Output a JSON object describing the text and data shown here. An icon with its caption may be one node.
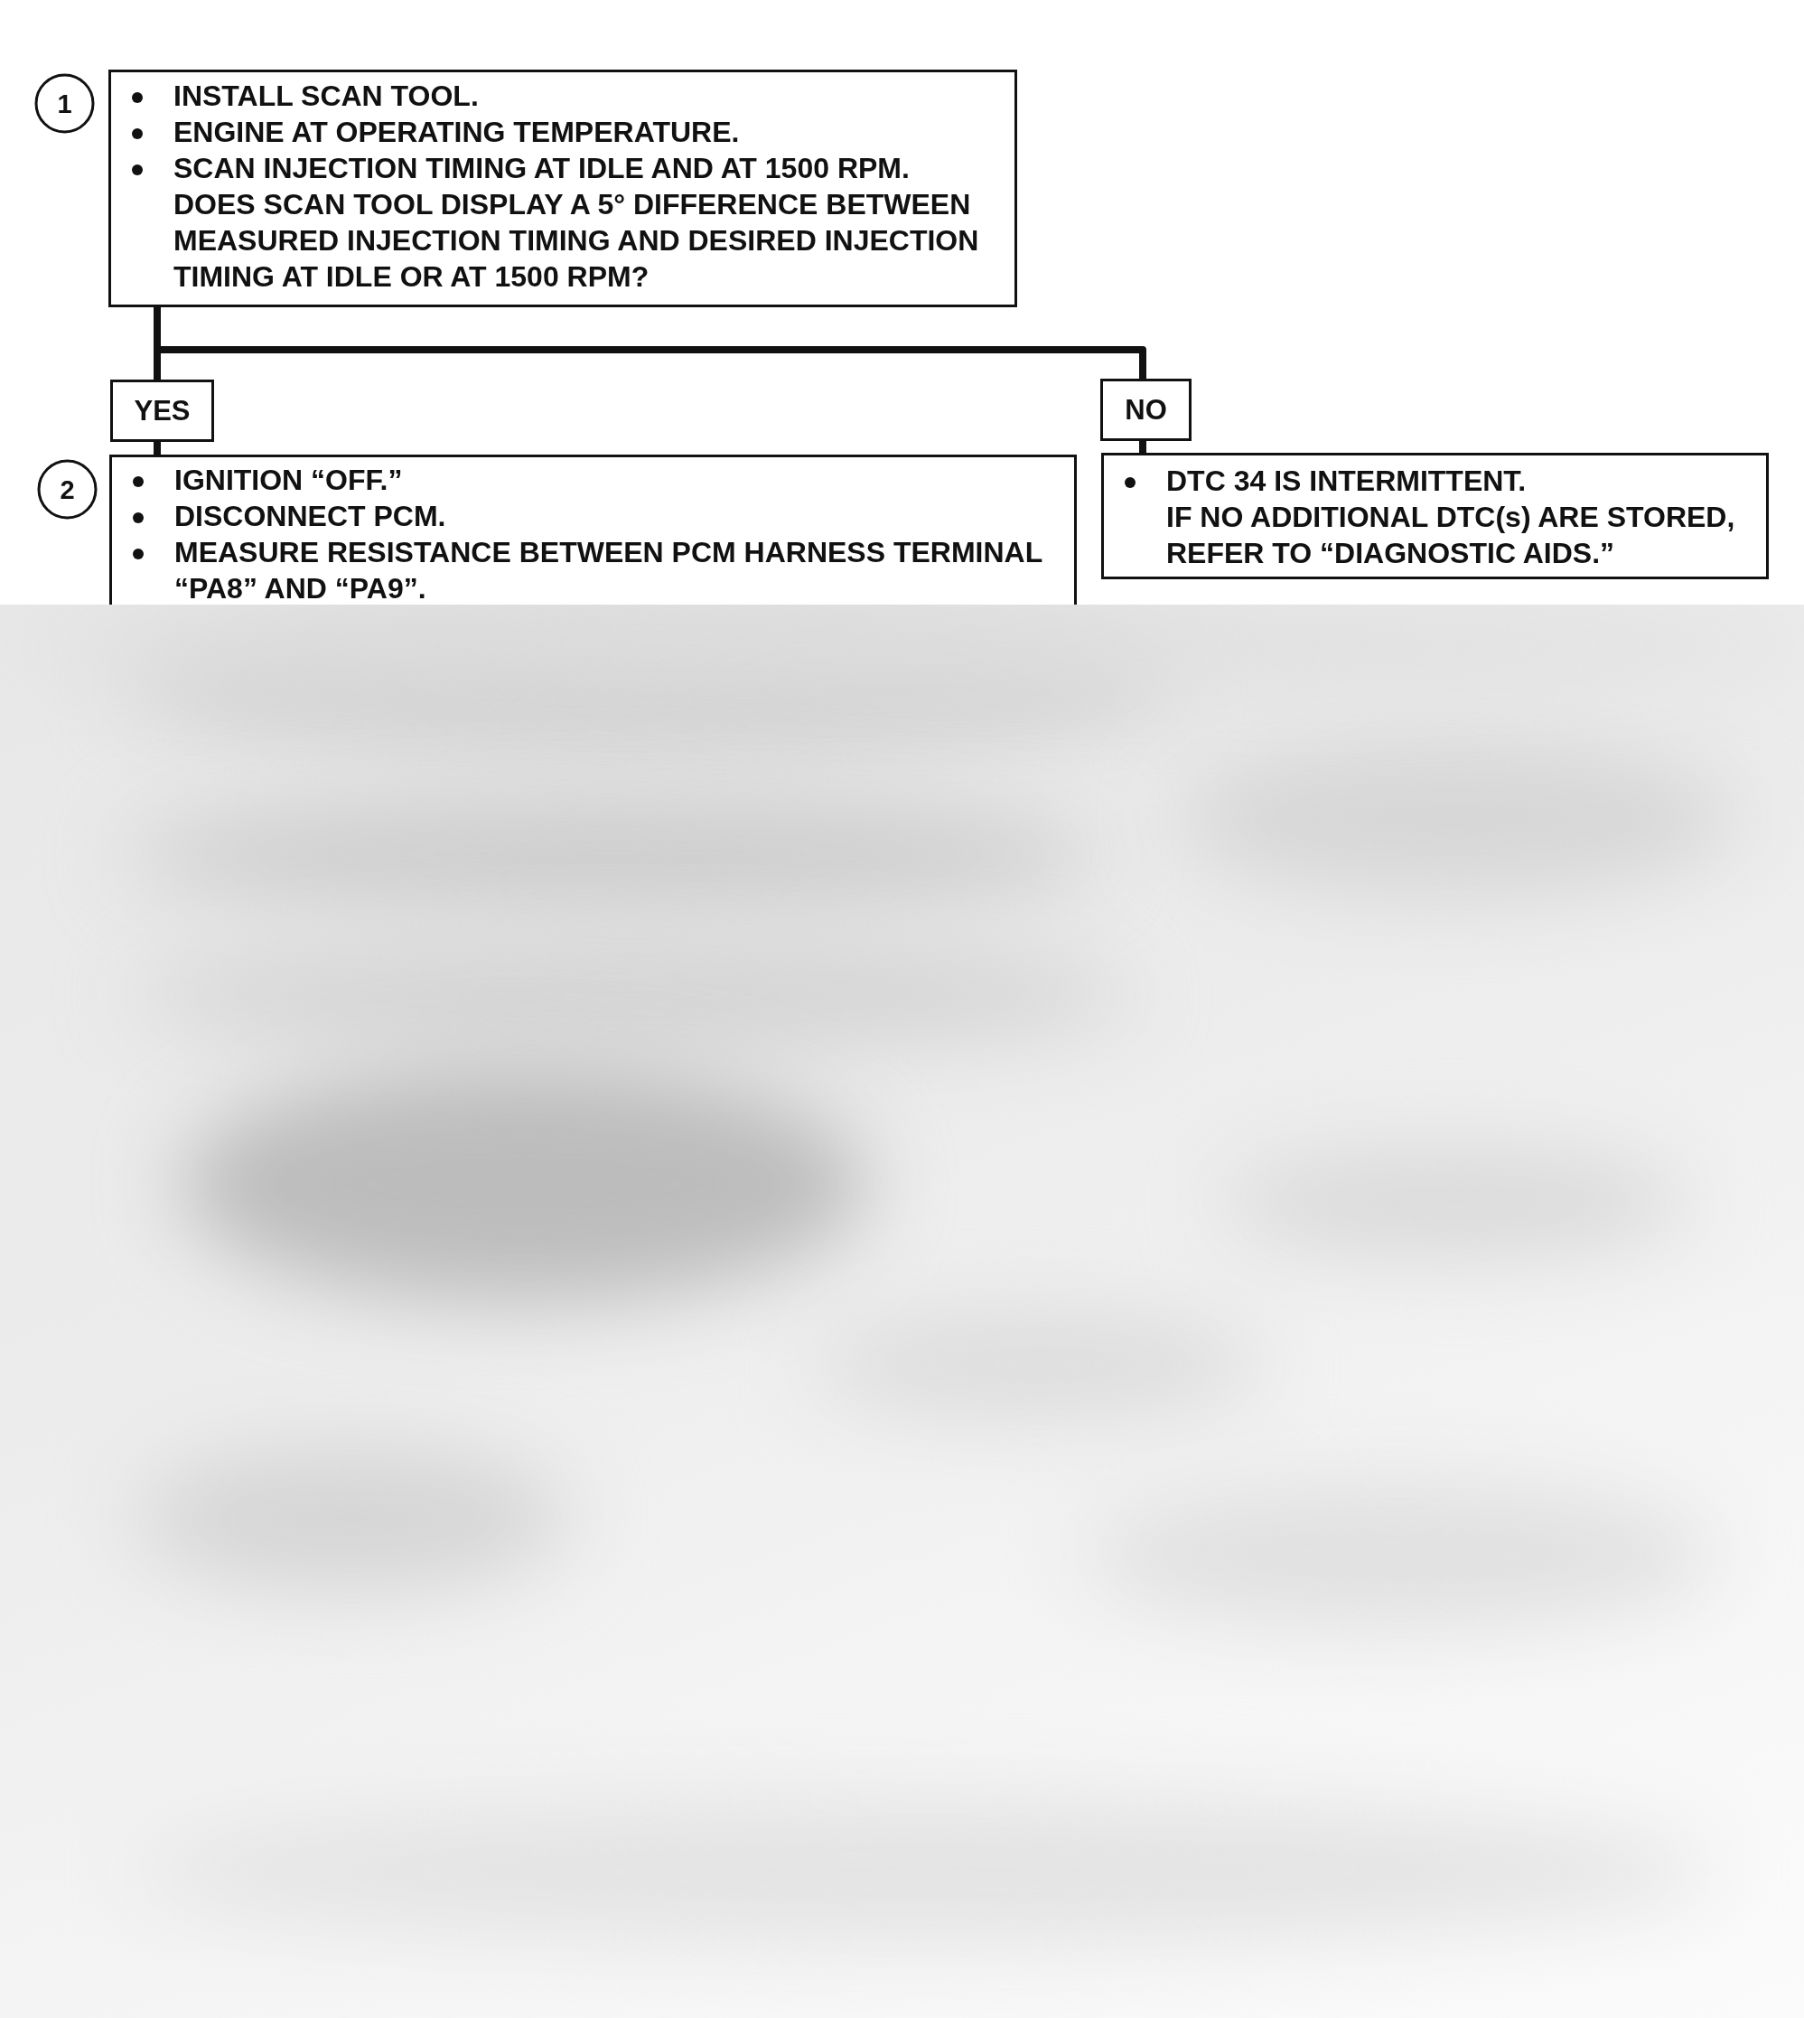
{
  "diagram": {
    "nodes": [
      {
        "text": [
          "1"
        ]
      },
      {
        "text": [
          "INSTALL SCAN TOOL.",
          "ENGINE AT OPERATING TEMPERATURE.",
          "SCAN INJECTION TIMING AT IDLE AND AT 1500 RPM.",
          "DOES SCAN TOOL DISPLAY A 5° DIFFERENCE BETWEEN MEASURED INJECTION TIMING AND DESIRED INJECTION TIMING AT IDLE OR AT 1500 RPM?"
        ]
      },
      {
        "text": [
          "YES"
        ]
      },
      {
        "text": [
          "NO"
        ]
      },
      {
        "text": [
          "2"
        ]
      },
      {
        "text": [
          "IGNITION “OFF.”",
          "DISCONNECT PCM.",
          "MEASURE RESISTANCE BETWEEN PCM HARNESS TERMINAL “PA8” AND “PA9”."
        ]
      },
      {
        "text": [
          "DTC 34 IS INTERMITTENT.",
          "IF NO ADDITIONAL DTC(s) ARE STORED, REFER TO “DIAGNOSTIC AIDS.”"
        ]
      }
    ],
    "edges": [
      {
        "from": 1,
        "to": 2,
        "arrow": "none"
      },
      {
        "from": 1,
        "to": 3,
        "arrow": "none"
      },
      {
        "from": 2,
        "to": 5,
        "arrow": "none"
      },
      {
        "from": 3,
        "to": 6,
        "arrow": "none"
      }
    ]
  }
}
